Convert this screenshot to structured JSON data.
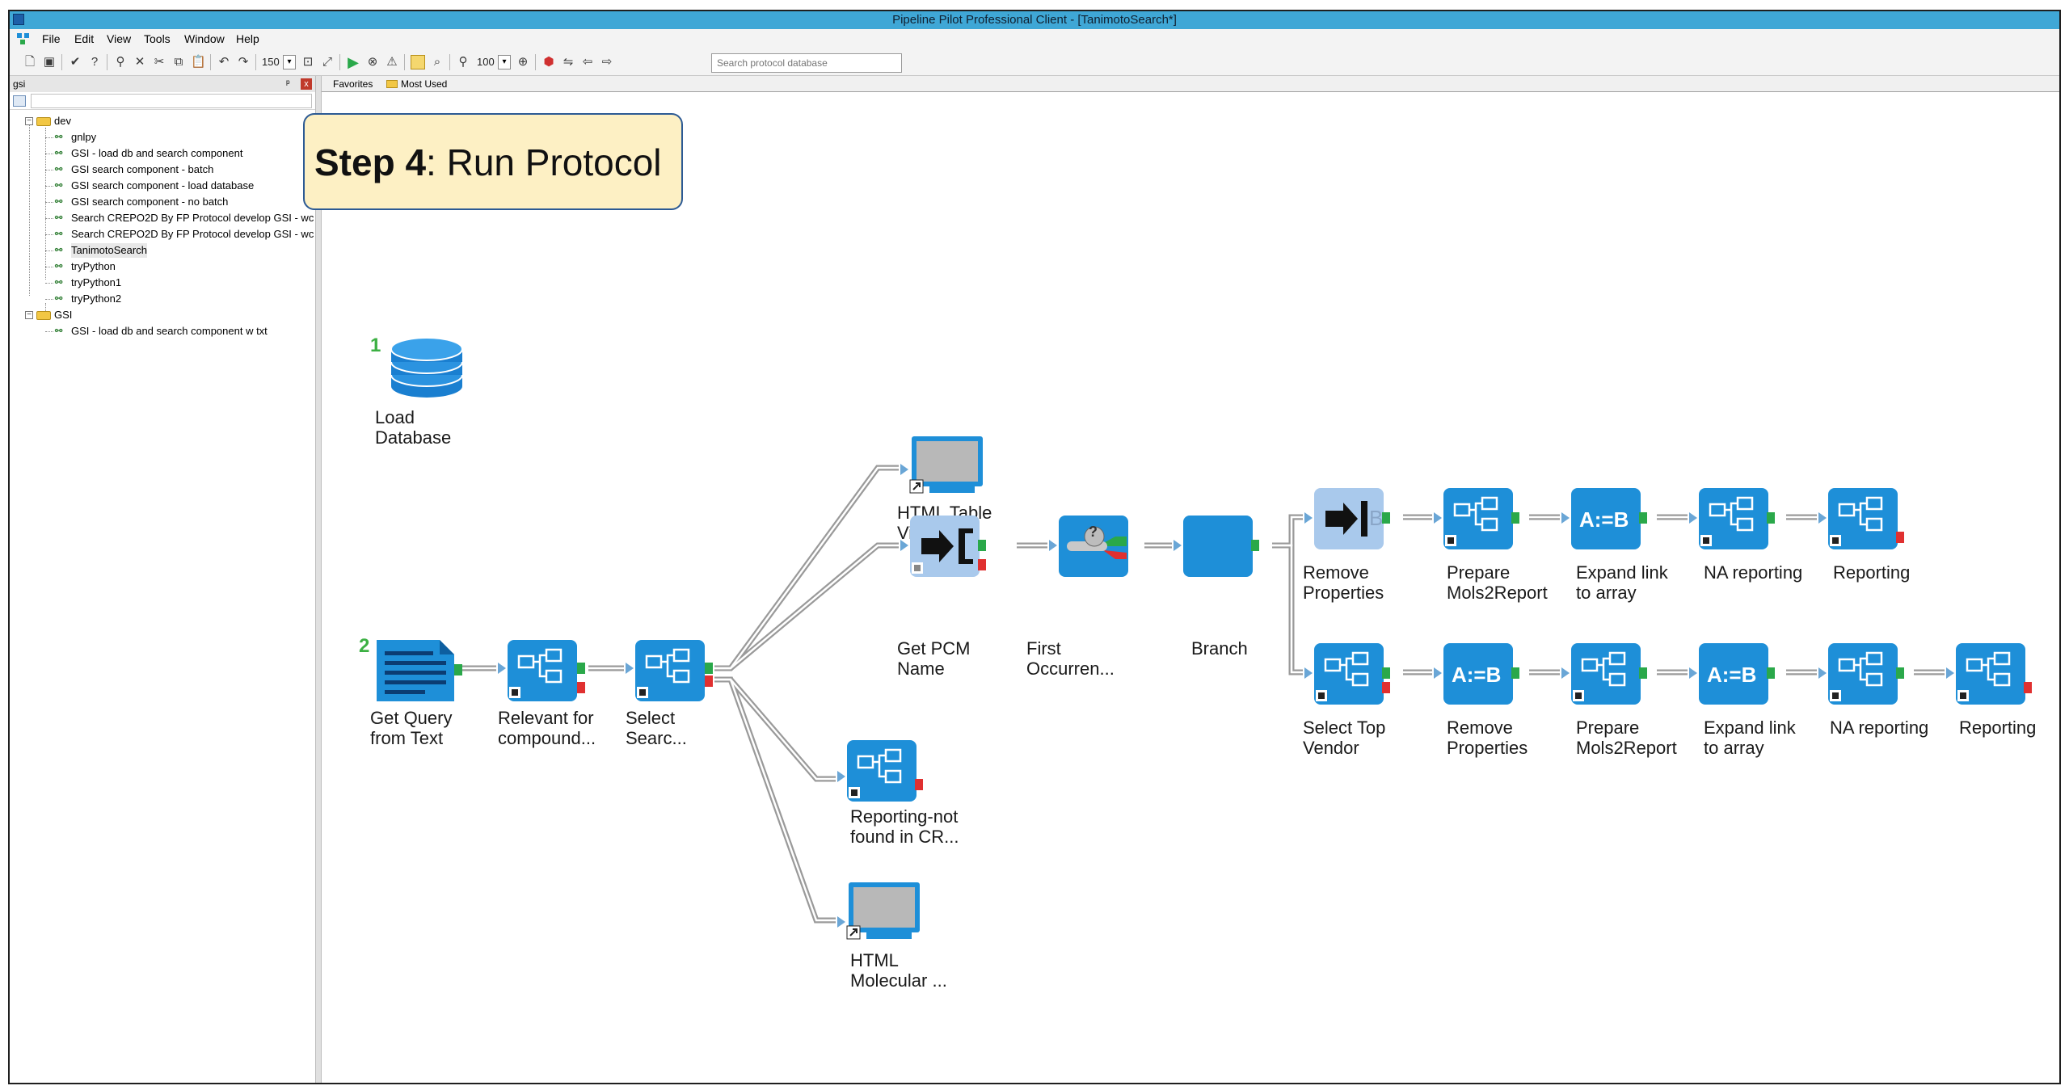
{
  "window": {
    "title": "Pipeline Pilot Professional Client - [TanimotoSearch*]"
  },
  "menu": [
    "File",
    "Edit",
    "View",
    "Tools",
    "Window",
    "Help"
  ],
  "toolbar": {
    "zoom1": "150",
    "zoom2": "100",
    "search_placeholder": "Search protocol database"
  },
  "left_panel": {
    "header": "gsi",
    "pin": "ᵖ",
    "close": "x",
    "tree": [
      {
        "label": "dev",
        "type": "folder"
      },
      {
        "label": "gnlpy",
        "type": "protocol"
      },
      {
        "label": "GSI - load db and search component",
        "type": "protocol"
      },
      {
        "label": "GSI search component - batch",
        "type": "protocol"
      },
      {
        "label": "GSI search component - load database",
        "type": "protocol"
      },
      {
        "label": "GSI search component - no batch",
        "type": "protocol"
      },
      {
        "label": "Search CREPO2D By FP Protocol develop GSI - wc",
        "type": "protocol"
      },
      {
        "label": "Search CREPO2D By FP Protocol develop GSI - wc",
        "type": "protocol"
      },
      {
        "label": "TanimotoSearch",
        "type": "protocol",
        "selected": true
      },
      {
        "label": "tryPython",
        "type": "protocol"
      },
      {
        "label": "tryPython1",
        "type": "protocol"
      },
      {
        "label": "tryPython2",
        "type": "protocol"
      },
      {
        "label": "GSI",
        "type": "folder"
      },
      {
        "label": "GSI - load db and search component w txt",
        "type": "protocol"
      }
    ]
  },
  "tabs": [
    "Favorites",
    "Most Used"
  ],
  "callout": {
    "step": "Step 4",
    "text": ": Run Protocol"
  },
  "workflow": {
    "step_numbers": [
      "1",
      "2"
    ],
    "nodes": {
      "load_db": "Load\nDatabase",
      "get_query": "Get Query\nfrom Text",
      "relevant": "Relevant for\ncompound...",
      "select_search": "Select\nSearc...",
      "html_table": "HTML Table\nViewer",
      "get_pcm": "Get PCM\nName",
      "first_occ": "First\nOccurren...",
      "branch": "Branch",
      "reporting_not_found": "Reporting-not\nfound in CR...",
      "html_mol": "HTML\nMolecular ...",
      "top_remove": "Remove\nProperties",
      "top_prepare": "Prepare\nMols2Report",
      "top_expand": "Expand link\nto array",
      "top_na": "NA reporting",
      "top_reporting": "Reporting",
      "bot_select_top": "Select Top\nVendor",
      "bot_remove": "Remove\nProperties",
      "bot_prepare": "Prepare\nMols2Report",
      "bot_expand": "Expand link\nto array",
      "bot_na": "NA reporting",
      "bot_reporting": "Reporting"
    },
    "glyphs": {
      "assign": "A:=B",
      "question": "?",
      "dimmed_b": "B"
    }
  },
  "colors": {
    "titlebar": "#3fa7d6",
    "node_blue": "#1e8fd8",
    "node_light": "#a9c9ec",
    "port_green": "#2aa84a",
    "port_red": "#e03030",
    "callout_bg": "#fdf0c4",
    "callout_border": "#2c5a94"
  }
}
